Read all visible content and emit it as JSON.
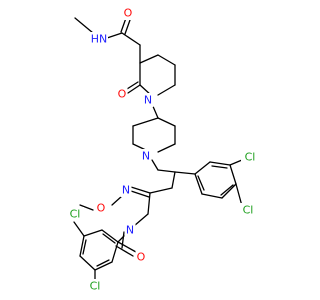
{
  "colors": {
    "background": "#ffffff",
    "bond": "#000000",
    "nitrogen": "#1f1fff",
    "oxygen": "#ff0d0d",
    "chlorine": "#1fa01f",
    "carbon": "#000000"
  },
  "molecule": {
    "atoms": {
      "nh": {
        "label": "HN",
        "element": "nitrogen"
      },
      "o_amide_top": {
        "label": "O",
        "element": "oxygen"
      },
      "o_lactam": {
        "label": "O",
        "element": "oxygen"
      },
      "n_lactam": {
        "label": "N",
        "element": "nitrogen"
      },
      "n_piperidine": {
        "label": "N",
        "element": "nitrogen"
      },
      "n_oxime": {
        "label": "N",
        "element": "nitrogen"
      },
      "o_oxime": {
        "label": "O",
        "element": "oxygen"
      },
      "n_amide": {
        "label": "N",
        "element": "nitrogen"
      },
      "o_benzamide": {
        "label": "O",
        "element": "oxygen"
      },
      "cl_1": {
        "label": "Cl",
        "element": "chlorine"
      },
      "cl_2": {
        "label": "Cl",
        "element": "chlorine"
      },
      "cl_3": {
        "label": "Cl",
        "element": "chlorine"
      },
      "cl_4": {
        "label": "Cl",
        "element": "chlorine"
      }
    }
  }
}
